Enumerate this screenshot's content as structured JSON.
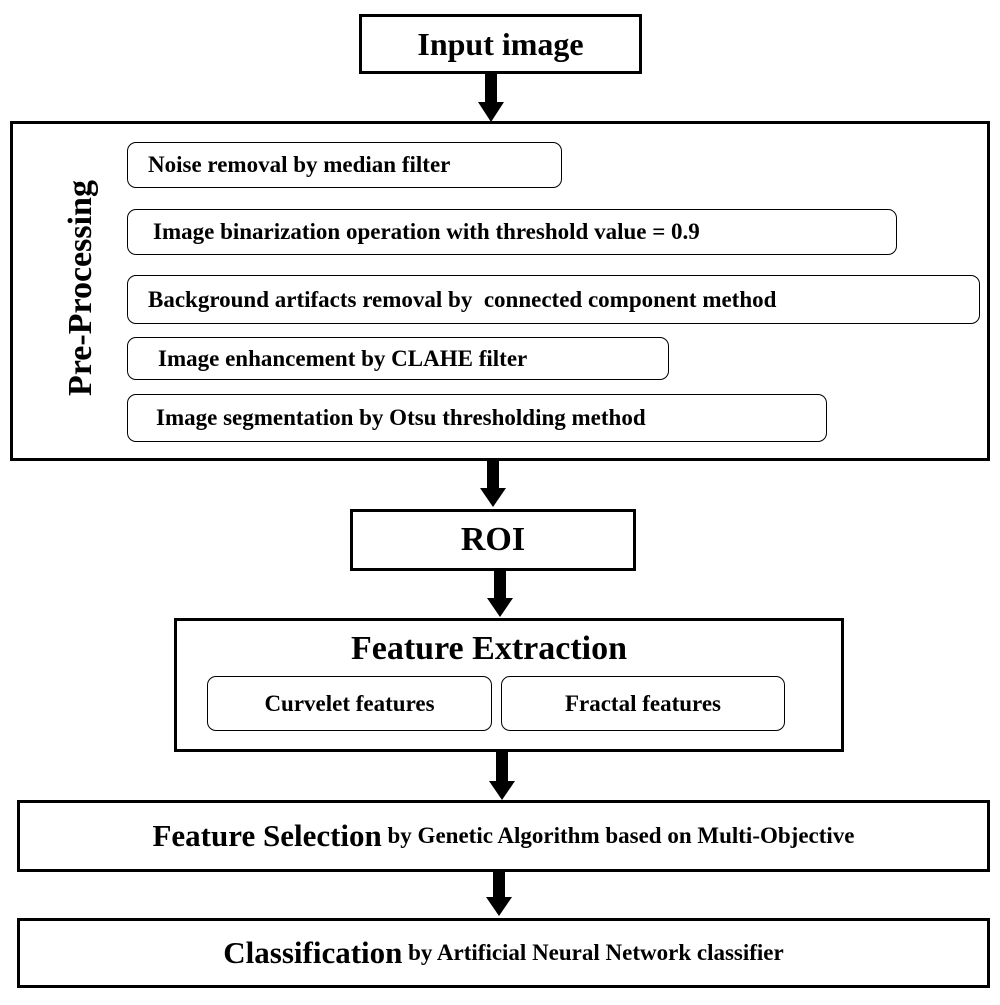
{
  "input": {
    "label": "Input image"
  },
  "preprocessing": {
    "title": "Pre-Processing",
    "steps": [
      "Noise removal by median filter",
      "Image binarization operation with threshold value = 0.9",
      "Background artifacts removal by  connected component method",
      "Image enhancement by CLAHE filter",
      "Image segmentation by Otsu thresholding method"
    ]
  },
  "roi": {
    "label": "ROI"
  },
  "feature_extraction": {
    "title": "Feature Extraction",
    "items": [
      "Curvelet features",
      "Fractal features"
    ]
  },
  "feature_selection": {
    "title": "Feature Selection",
    "detail": " by Genetic Algorithm based on Multi-Objective"
  },
  "classification": {
    "title": "Classification",
    "detail": " by Artificial Neural Network classifier"
  }
}
